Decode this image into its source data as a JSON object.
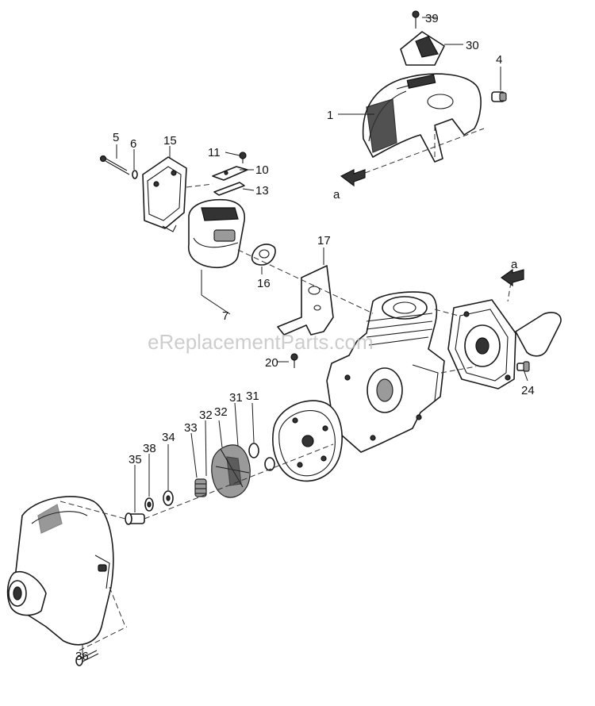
{
  "diagram": {
    "watermark": "eReplacementParts.com",
    "labels": {
      "p1": "1",
      "p4": "4",
      "p5": "5",
      "p6": "6",
      "p7": "7",
      "p10": "10",
      "p11": "11",
      "p13": "13",
      "p15": "15",
      "p16": "16",
      "p17": "17",
      "p20": "20",
      "p24": "24",
      "p30": "30",
      "p31a": "31",
      "p31b": "31",
      "p32a": "32",
      "p32b": "32",
      "p33": "33",
      "p34": "34",
      "p35": "35",
      "p36": "36",
      "p38": "38",
      "p39": "39",
      "ref_a_top": "a",
      "ref_a_right": "a"
    }
  }
}
